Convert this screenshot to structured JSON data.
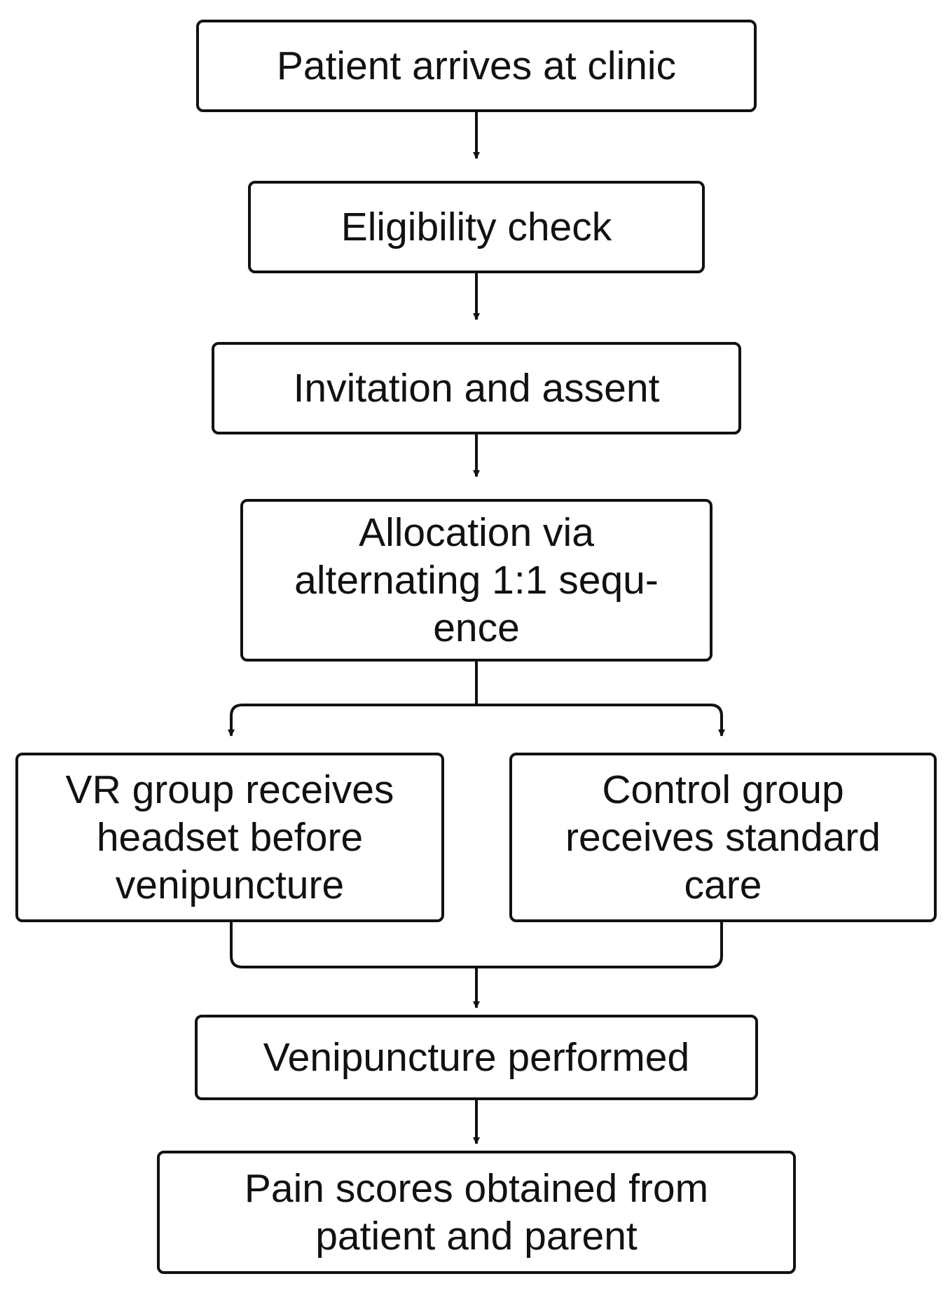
{
  "nodes": {
    "arrive": {
      "lines": [
        "Patient arrives at clinic"
      ]
    },
    "eligibility": {
      "lines": [
        "Eligibility check"
      ]
    },
    "invitation": {
      "lines": [
        "Invitation and assent"
      ]
    },
    "allocation": {
      "lines": [
        "Allocation via",
        "alternating 1:1 sequ-",
        "ence"
      ]
    },
    "vr": {
      "lines": [
        "VR group receives",
        "headset before",
        "venipuncture"
      ]
    },
    "control": {
      "lines": [
        "Control group",
        "receives standard",
        "care"
      ]
    },
    "venipuncture": {
      "lines": [
        "Venipuncture performed"
      ]
    },
    "pain": {
      "lines": [
        "Pain scores obtained from",
        "patient and parent"
      ]
    }
  },
  "colors": {
    "stroke": "#111111",
    "background": "#ffffff"
  }
}
